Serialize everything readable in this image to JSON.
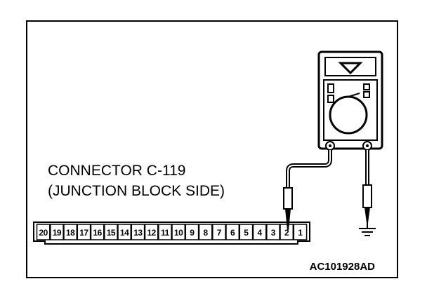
{
  "diagram": {
    "connector_title": "CONNECTOR C-119",
    "connector_subtitle": "(JUNCTION BLOCK SIDE)",
    "figure_code": "AC101928AD",
    "pins": [
      "20",
      "19",
      "18",
      "17",
      "16",
      "15",
      "14",
      "13",
      "12",
      "11",
      "10",
      "9",
      "8",
      "7",
      "6",
      "5",
      "4",
      "3",
      "2",
      "1"
    ],
    "probed_pin": "2",
    "colors": {
      "line": "#000000",
      "background": "#ffffff"
    },
    "icons": [
      "multimeter-icon",
      "ground-icon"
    ]
  }
}
